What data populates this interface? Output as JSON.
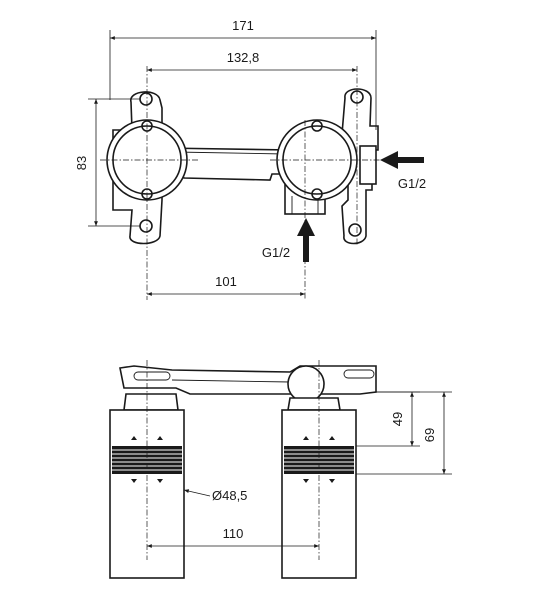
{
  "dimensions": {
    "top_width": "171",
    "hole_spacing": "132,8",
    "height": "83",
    "inlet_distance": "101",
    "depth_short": "49",
    "depth_long": "69",
    "diameter": "Ø48,5",
    "sleeve_spacing": "110"
  },
  "connections": {
    "side_inlet": "G1/2",
    "bottom_inlet": "G1/2"
  }
}
